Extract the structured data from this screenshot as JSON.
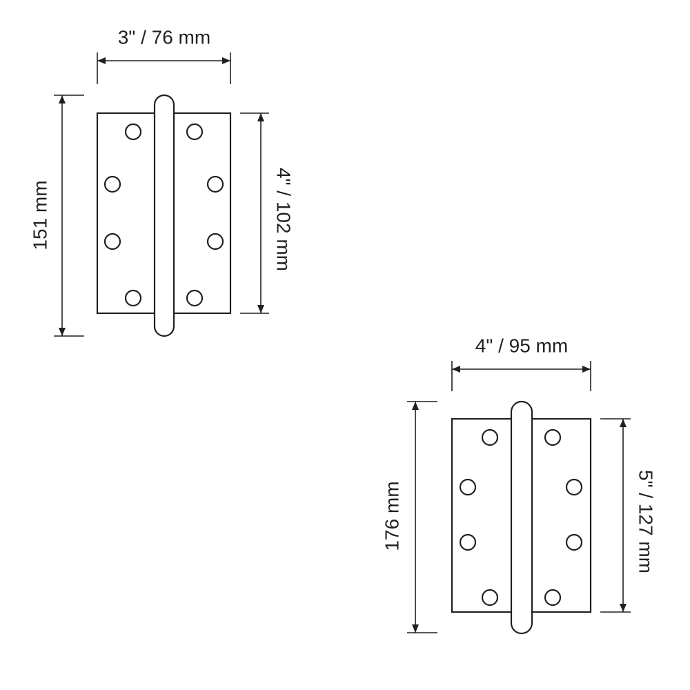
{
  "hinges": [
    {
      "name": "hinge-3-inch",
      "width_label": "3\" / 76 mm",
      "overall_height_label": "151 mm",
      "leaf_height_label": "4\" / 102 mm"
    },
    {
      "name": "hinge-4-inch",
      "width_label": "4\" / 95 mm",
      "overall_height_label": "176 mm",
      "leaf_height_label": "5\" / 127 mm"
    }
  ],
  "colors": {
    "line": "#231f20",
    "background": "#ffffff"
  }
}
